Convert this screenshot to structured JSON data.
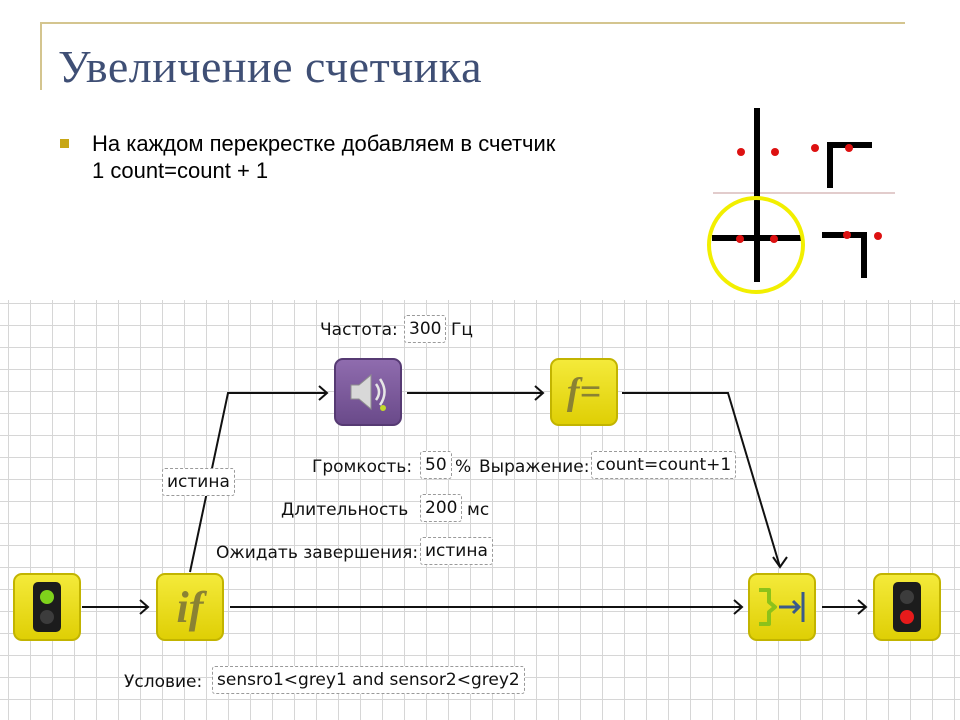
{
  "slide": {
    "title": "Увеличение счетчика",
    "bullet": "На каждом перекрестке добавляем в счетчик 1 count=count + 1"
  },
  "diagram": {
    "sound_block": {
      "frequency_label": "Частота:",
      "frequency_value": "300",
      "frequency_unit": "Гц",
      "volume_label": "Громкость:",
      "volume_value": "50",
      "volume_unit": "%",
      "duration_label": "Длительность",
      "duration_value": "200",
      "duration_unit": "мс",
      "wait_label": "Ожидать завершения:",
      "wait_value": "истина"
    },
    "formula_block": {
      "expression_label": "Выражение:",
      "expression_value": "count=count+1"
    },
    "if_block": {
      "true_branch_label": "истина",
      "condition_label": "Условие:",
      "condition_value": "sensro1<grey1 and sensor2<grey2"
    }
  },
  "icons": {
    "start": "traffic-light-green-icon",
    "if": "if-icon",
    "sound": "speaker-icon",
    "formula": "formula-icon",
    "merge": "merge-icon",
    "end": "traffic-light-red-icon"
  },
  "colors": {
    "title": "#3f4f75",
    "bullet": "#c8a715",
    "block_yellow": "#e8dc1e",
    "block_purple": "#7a5a9c",
    "crossing_highlight": "#f2ef00",
    "sensor_dot": "#dd1111"
  }
}
